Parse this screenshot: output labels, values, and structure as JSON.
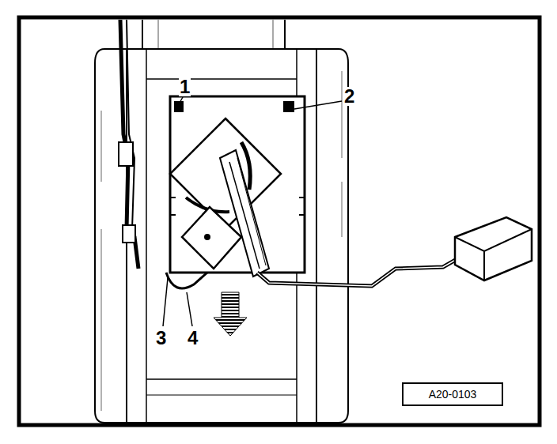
{
  "diagram": {
    "nodes": [
      {
        "text": [
          "A20-0103"
        ]
      }
    ],
    "labels": [
      "1",
      "2",
      "3",
      "4"
    ]
  }
}
